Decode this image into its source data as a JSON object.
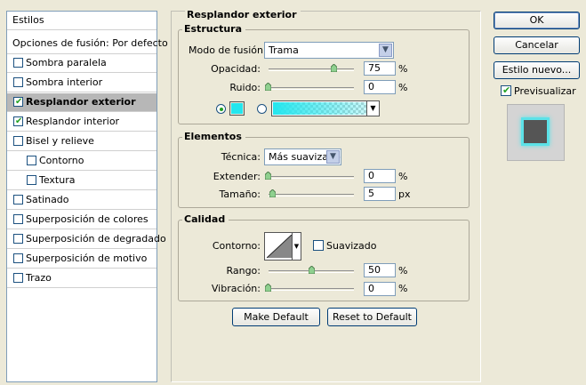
{
  "styles_panel": {
    "header": "Estilos",
    "blend_options": "Opciones de fusión: Por defecto",
    "items": [
      {
        "label": "Sombra paralela",
        "checked": false
      },
      {
        "label": "Sombra interior",
        "checked": false
      },
      {
        "label": "Resplandor exterior",
        "checked": true
      },
      {
        "label": "Resplandor interior",
        "checked": true
      },
      {
        "label": "Bisel y relieve",
        "checked": false
      },
      {
        "label": "Contorno",
        "checked": false
      },
      {
        "label": "Textura",
        "checked": false
      },
      {
        "label": "Satinado",
        "checked": false
      },
      {
        "label": "Superposición de colores",
        "checked": false
      },
      {
        "label": "Superposición de degradado",
        "checked": false
      },
      {
        "label": "Superposición de motivo",
        "checked": false
      },
      {
        "label": "Trazo",
        "checked": false
      }
    ]
  },
  "panel": {
    "title": "Resplandor exterior",
    "structure": {
      "title": "Estructura",
      "blend_mode_label": "Modo de fusión:",
      "blend_mode_value": "Trama",
      "opacity_label": "Opacidad:",
      "opacity_value": "75",
      "opacity_unit": "%",
      "noise_label": "Ruido:",
      "noise_value": "0",
      "noise_unit": "%",
      "glow_color": "#23e6ee"
    },
    "elements": {
      "title": "Elementos",
      "technique_label": "Técnica:",
      "technique_value": "Más suavizado",
      "spread_label": "Extender:",
      "spread_value": "0",
      "spread_unit": "%",
      "size_label": "Tamaño:",
      "size_value": "5",
      "size_unit": "px"
    },
    "quality": {
      "title": "Calidad",
      "contour_label": "Contorno:",
      "antialias_label": "Suavizado",
      "range_label": "Rango:",
      "range_value": "50",
      "range_unit": "%",
      "jitter_label": "Vibración:",
      "jitter_value": "0",
      "jitter_unit": "%"
    },
    "make_default_label": "Make Default",
    "reset_default_label": "Reset to Default"
  },
  "actions": {
    "ok_label": "OK",
    "cancel_label": "Cancelar",
    "new_style_label": "Estilo nuevo...",
    "preview_label": "Previsualizar",
    "preview_checked": true
  }
}
